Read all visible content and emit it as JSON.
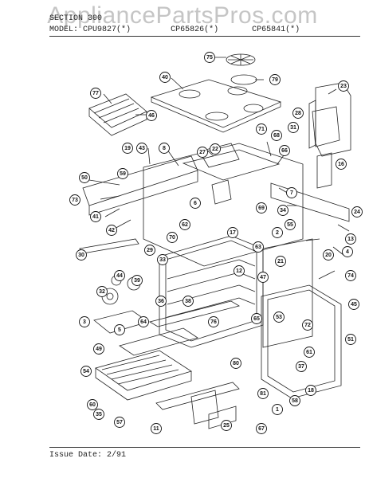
{
  "watermark": "AppliancePartsPros.com",
  "header": {
    "line1": "SECTION 300",
    "model_label": "MODEL",
    "models": [
      "CPU9827(*)",
      "CP65826(*)",
      "CP65841(*)"
    ]
  },
  "footer": {
    "issue": "Issue Date: 2/91"
  },
  "callouts": [
    {
      "n": "75"
    },
    {
      "n": "40"
    },
    {
      "n": "79"
    },
    {
      "n": "77"
    },
    {
      "n": "46"
    },
    {
      "n": "23"
    },
    {
      "n": "28"
    },
    {
      "n": "31"
    },
    {
      "n": "22"
    },
    {
      "n": "27"
    },
    {
      "n": "19"
    },
    {
      "n": "43"
    },
    {
      "n": "8"
    },
    {
      "n": "71"
    },
    {
      "n": "68"
    },
    {
      "n": "66"
    },
    {
      "n": "16"
    },
    {
      "n": "50"
    },
    {
      "n": "59"
    },
    {
      "n": "73"
    },
    {
      "n": "6"
    },
    {
      "n": "7"
    },
    {
      "n": "34"
    },
    {
      "n": "69"
    },
    {
      "n": "24"
    },
    {
      "n": "41"
    },
    {
      "n": "42"
    },
    {
      "n": "62"
    },
    {
      "n": "70"
    },
    {
      "n": "17"
    },
    {
      "n": "55"
    },
    {
      "n": "2"
    },
    {
      "n": "13"
    },
    {
      "n": "4"
    },
    {
      "n": "30"
    },
    {
      "n": "29"
    },
    {
      "n": "20"
    },
    {
      "n": "33"
    },
    {
      "n": "63"
    },
    {
      "n": "32"
    },
    {
      "n": "21"
    },
    {
      "n": "12"
    },
    {
      "n": "44"
    },
    {
      "n": "39"
    },
    {
      "n": "47"
    },
    {
      "n": "74"
    },
    {
      "n": "36"
    },
    {
      "n": "38"
    },
    {
      "n": "3"
    },
    {
      "n": "5"
    },
    {
      "n": "64"
    },
    {
      "n": "76"
    },
    {
      "n": "45"
    },
    {
      "n": "65"
    },
    {
      "n": "53"
    },
    {
      "n": "72"
    },
    {
      "n": "51"
    },
    {
      "n": "49"
    },
    {
      "n": "61"
    },
    {
      "n": "54"
    },
    {
      "n": "80"
    },
    {
      "n": "37"
    },
    {
      "n": "18"
    },
    {
      "n": "60"
    },
    {
      "n": "35"
    },
    {
      "n": "57"
    },
    {
      "n": "81"
    },
    {
      "n": "58"
    },
    {
      "n": "11"
    },
    {
      "n": "25"
    },
    {
      "n": "67"
    },
    {
      "n": "1"
    }
  ]
}
